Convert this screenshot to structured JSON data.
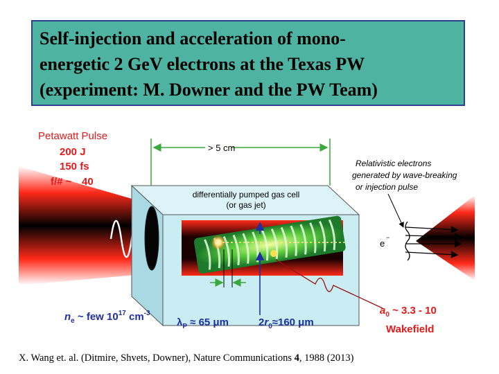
{
  "title": {
    "lines": [
      "Self-injection and acceleration of mono-",
      "energetic 2 GeV electrons at the Texas PW",
      "(experiment: M. Downer and the PW Team)"
    ]
  },
  "diagram": {
    "pulse": {
      "heading": "Petawatt Pulse",
      "energy": "200 J",
      "duration": "150 fs",
      "fnum_label": "f/# ~",
      "fnum_value": "40"
    },
    "length_label": "> 5 cm",
    "gas_cell": {
      "line1": "differentially pumped gas cell",
      "line2": "(or gas jet)"
    },
    "electrons_note": {
      "line1": "Relativistic electrons",
      "line2": "generated by wave-breaking",
      "line3": "or injection pulse"
    },
    "electron_symbol": "e",
    "electron_sup": "−",
    "density": {
      "sym": "n",
      "sub": "e",
      "text": " ~ few 10",
      "exp": "17",
      "unit": " cm",
      "unit_exp": "-3"
    },
    "plasma_wavelength": {
      "sym": "λ",
      "sub": "P",
      "text": " ≈ 65 μm"
    },
    "radius": {
      "coef": "2",
      "sym": "r",
      "sub": "0",
      "text": "≈160  μm"
    },
    "a0": {
      "sym": "a",
      "sub": "0",
      "text": " ~ 3.3 - 10"
    },
    "wakefield": "Wakefield",
    "colors": {
      "label_red": "#e31a1a",
      "label_blue": "#1f2f9f",
      "cell_fill": "#c9edf3",
      "wake_green": "#3aa83a"
    }
  },
  "citation": {
    "before": "X. Wang et. al. (Ditmire, Shvets, Downer), Nature Communications ",
    "volume": "4",
    "after": ", 1988 (2013)"
  }
}
